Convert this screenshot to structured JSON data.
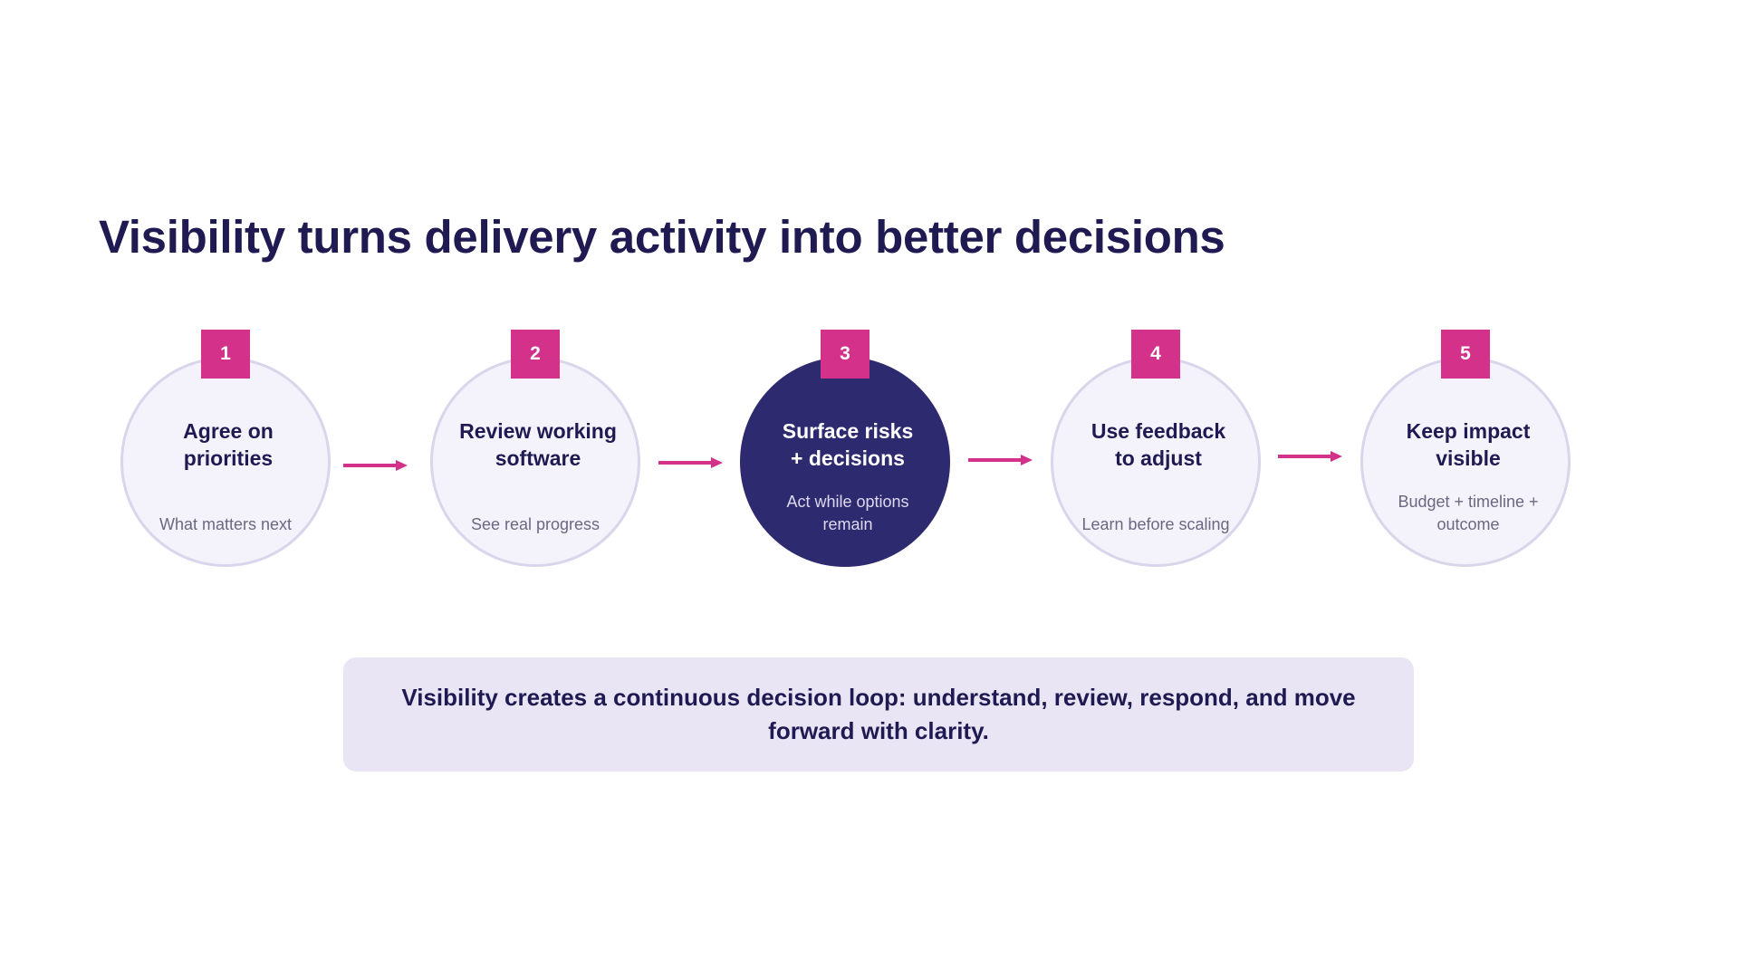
{
  "title": "Visibility turns delivery activity into better decisions",
  "steps": [
    {
      "number": "1",
      "title": "Agree on priorities",
      "subtitle": "What matters next"
    },
    {
      "number": "2",
      "title": "Review working software",
      "subtitle": "See real progress"
    },
    {
      "number": "3",
      "title": "Surface risks + decisions",
      "subtitle": "Act while options remain"
    },
    {
      "number": "4",
      "title": "Use feedback to adjust",
      "subtitle": "Learn before scaling"
    },
    {
      "number": "5",
      "title": "Keep impact visible",
      "subtitle": "Budget + timeline + outcome"
    }
  ],
  "highlighted_step": "3",
  "callout": "Visibility creates a continuous decision loop: understand, review, respond, and move forward with clarity.",
  "colors": {
    "navy": "#1f1b52",
    "active_circle": "#2e2a6f",
    "badge": "#d3318a",
    "arrow": "#d3318a",
    "circle_fill": "#f4f2fa",
    "callout_fill": "#e9e5f5"
  }
}
